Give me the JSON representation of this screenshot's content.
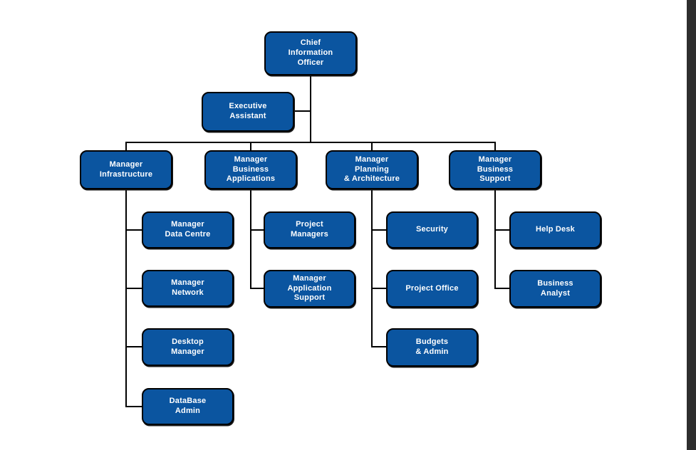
{
  "org_chart": {
    "type": "org-chart",
    "colors": {
      "node_fill": "#0b55a0",
      "node_border": "#000000",
      "node_text": "#ffffff",
      "connector": "#000000",
      "canvas_background": "#ffffff",
      "right_edge_strip": "#2e2e2e"
    },
    "nodes": {
      "cio": {
        "label": "Chief\nInformation\nOfficer",
        "reports_to": null
      },
      "exec_assistant": {
        "label": "Executive\nAssistant",
        "reports_to": "cio"
      },
      "mgr_infrastructure": {
        "label": "Manager\nInfrastructure",
        "reports_to": "cio"
      },
      "mgr_business_applications": {
        "label": "Manager\nBusiness\nApplications",
        "reports_to": "cio"
      },
      "mgr_planning_architecture": {
        "label": "Manager\nPlanning\n& Architecture",
        "reports_to": "cio"
      },
      "mgr_business_support": {
        "label": "Manager\nBusiness\nSupport",
        "reports_to": "cio"
      },
      "mgr_data_centre": {
        "label": "Manager\nData Centre",
        "reports_to": "mgr_infrastructure"
      },
      "mgr_network": {
        "label": "Manager\nNetwork",
        "reports_to": "mgr_infrastructure"
      },
      "desktop_manager": {
        "label": "Desktop\nManager",
        "reports_to": "mgr_infrastructure"
      },
      "database_admin": {
        "label": "DataBase\nAdmin",
        "reports_to": "mgr_infrastructure"
      },
      "project_managers": {
        "label": "Project\nManagers",
        "reports_to": "mgr_business_applications"
      },
      "mgr_application_support": {
        "label": "Manager\nApplication\nSupport",
        "reports_to": "mgr_business_applications"
      },
      "security": {
        "label": "Security",
        "reports_to": "mgr_planning_architecture"
      },
      "project_office": {
        "label": "Project Office",
        "reports_to": "mgr_planning_architecture"
      },
      "budgets_admin": {
        "label": "Budgets\n& Admin",
        "reports_to": "mgr_planning_architecture"
      },
      "help_desk": {
        "label": "Help Desk",
        "reports_to": "mgr_business_support"
      },
      "business_analyst": {
        "label": "Business\nAnalyst",
        "reports_to": "mgr_business_support"
      }
    }
  }
}
